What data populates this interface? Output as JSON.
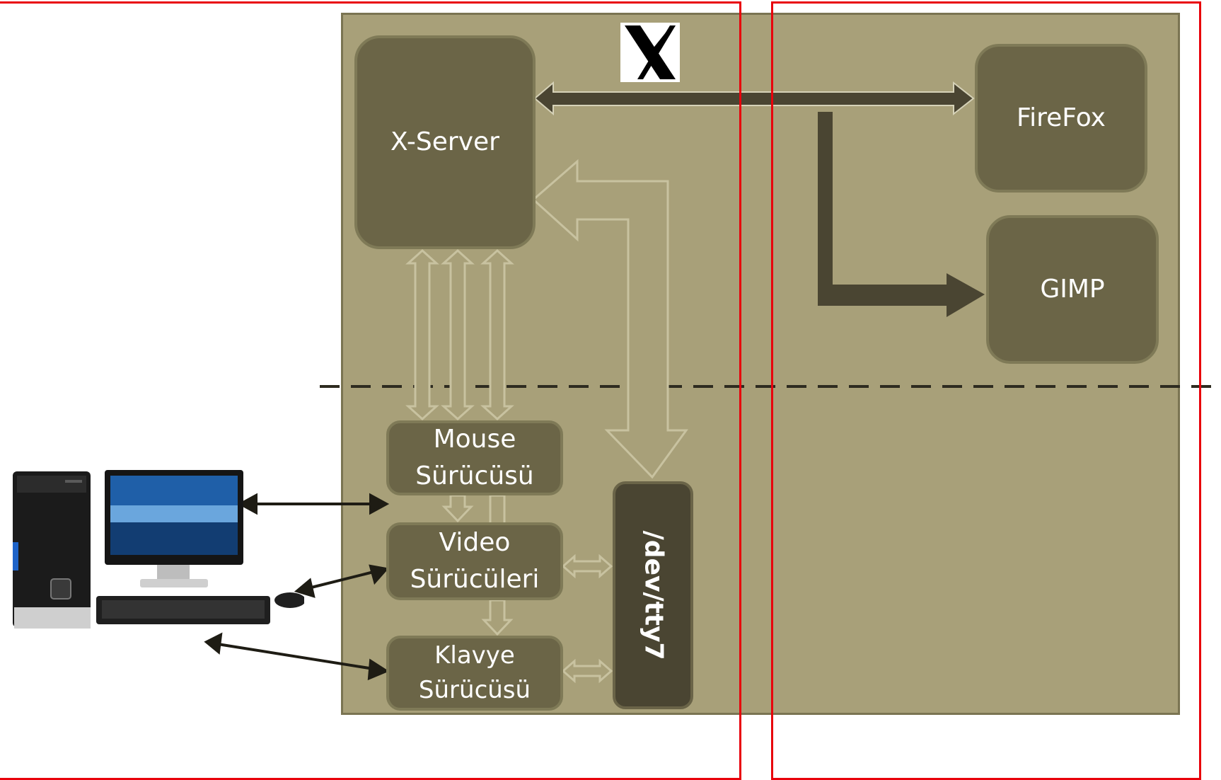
{
  "diagram": {
    "xserver_label": "X-Server",
    "firefox_label": "FireFox",
    "gimp_label": "GIMP",
    "mouse_driver_label": "Mouse\nSürücüsü",
    "video_driver_label": "Video\nSürücüleri",
    "keyboard_driver_label": "Klavye\nSürücüsü",
    "tty_label": "/dev/tty7",
    "logo_icon": "x-window-system-logo",
    "computer_icon": "desktop-computer-icon"
  },
  "colors": {
    "panel": "#a8a079",
    "box": "#6b6547",
    "tty_box": "#4a4532",
    "arrow_dark": "#4a4532",
    "frame_red": "#e8000b"
  }
}
